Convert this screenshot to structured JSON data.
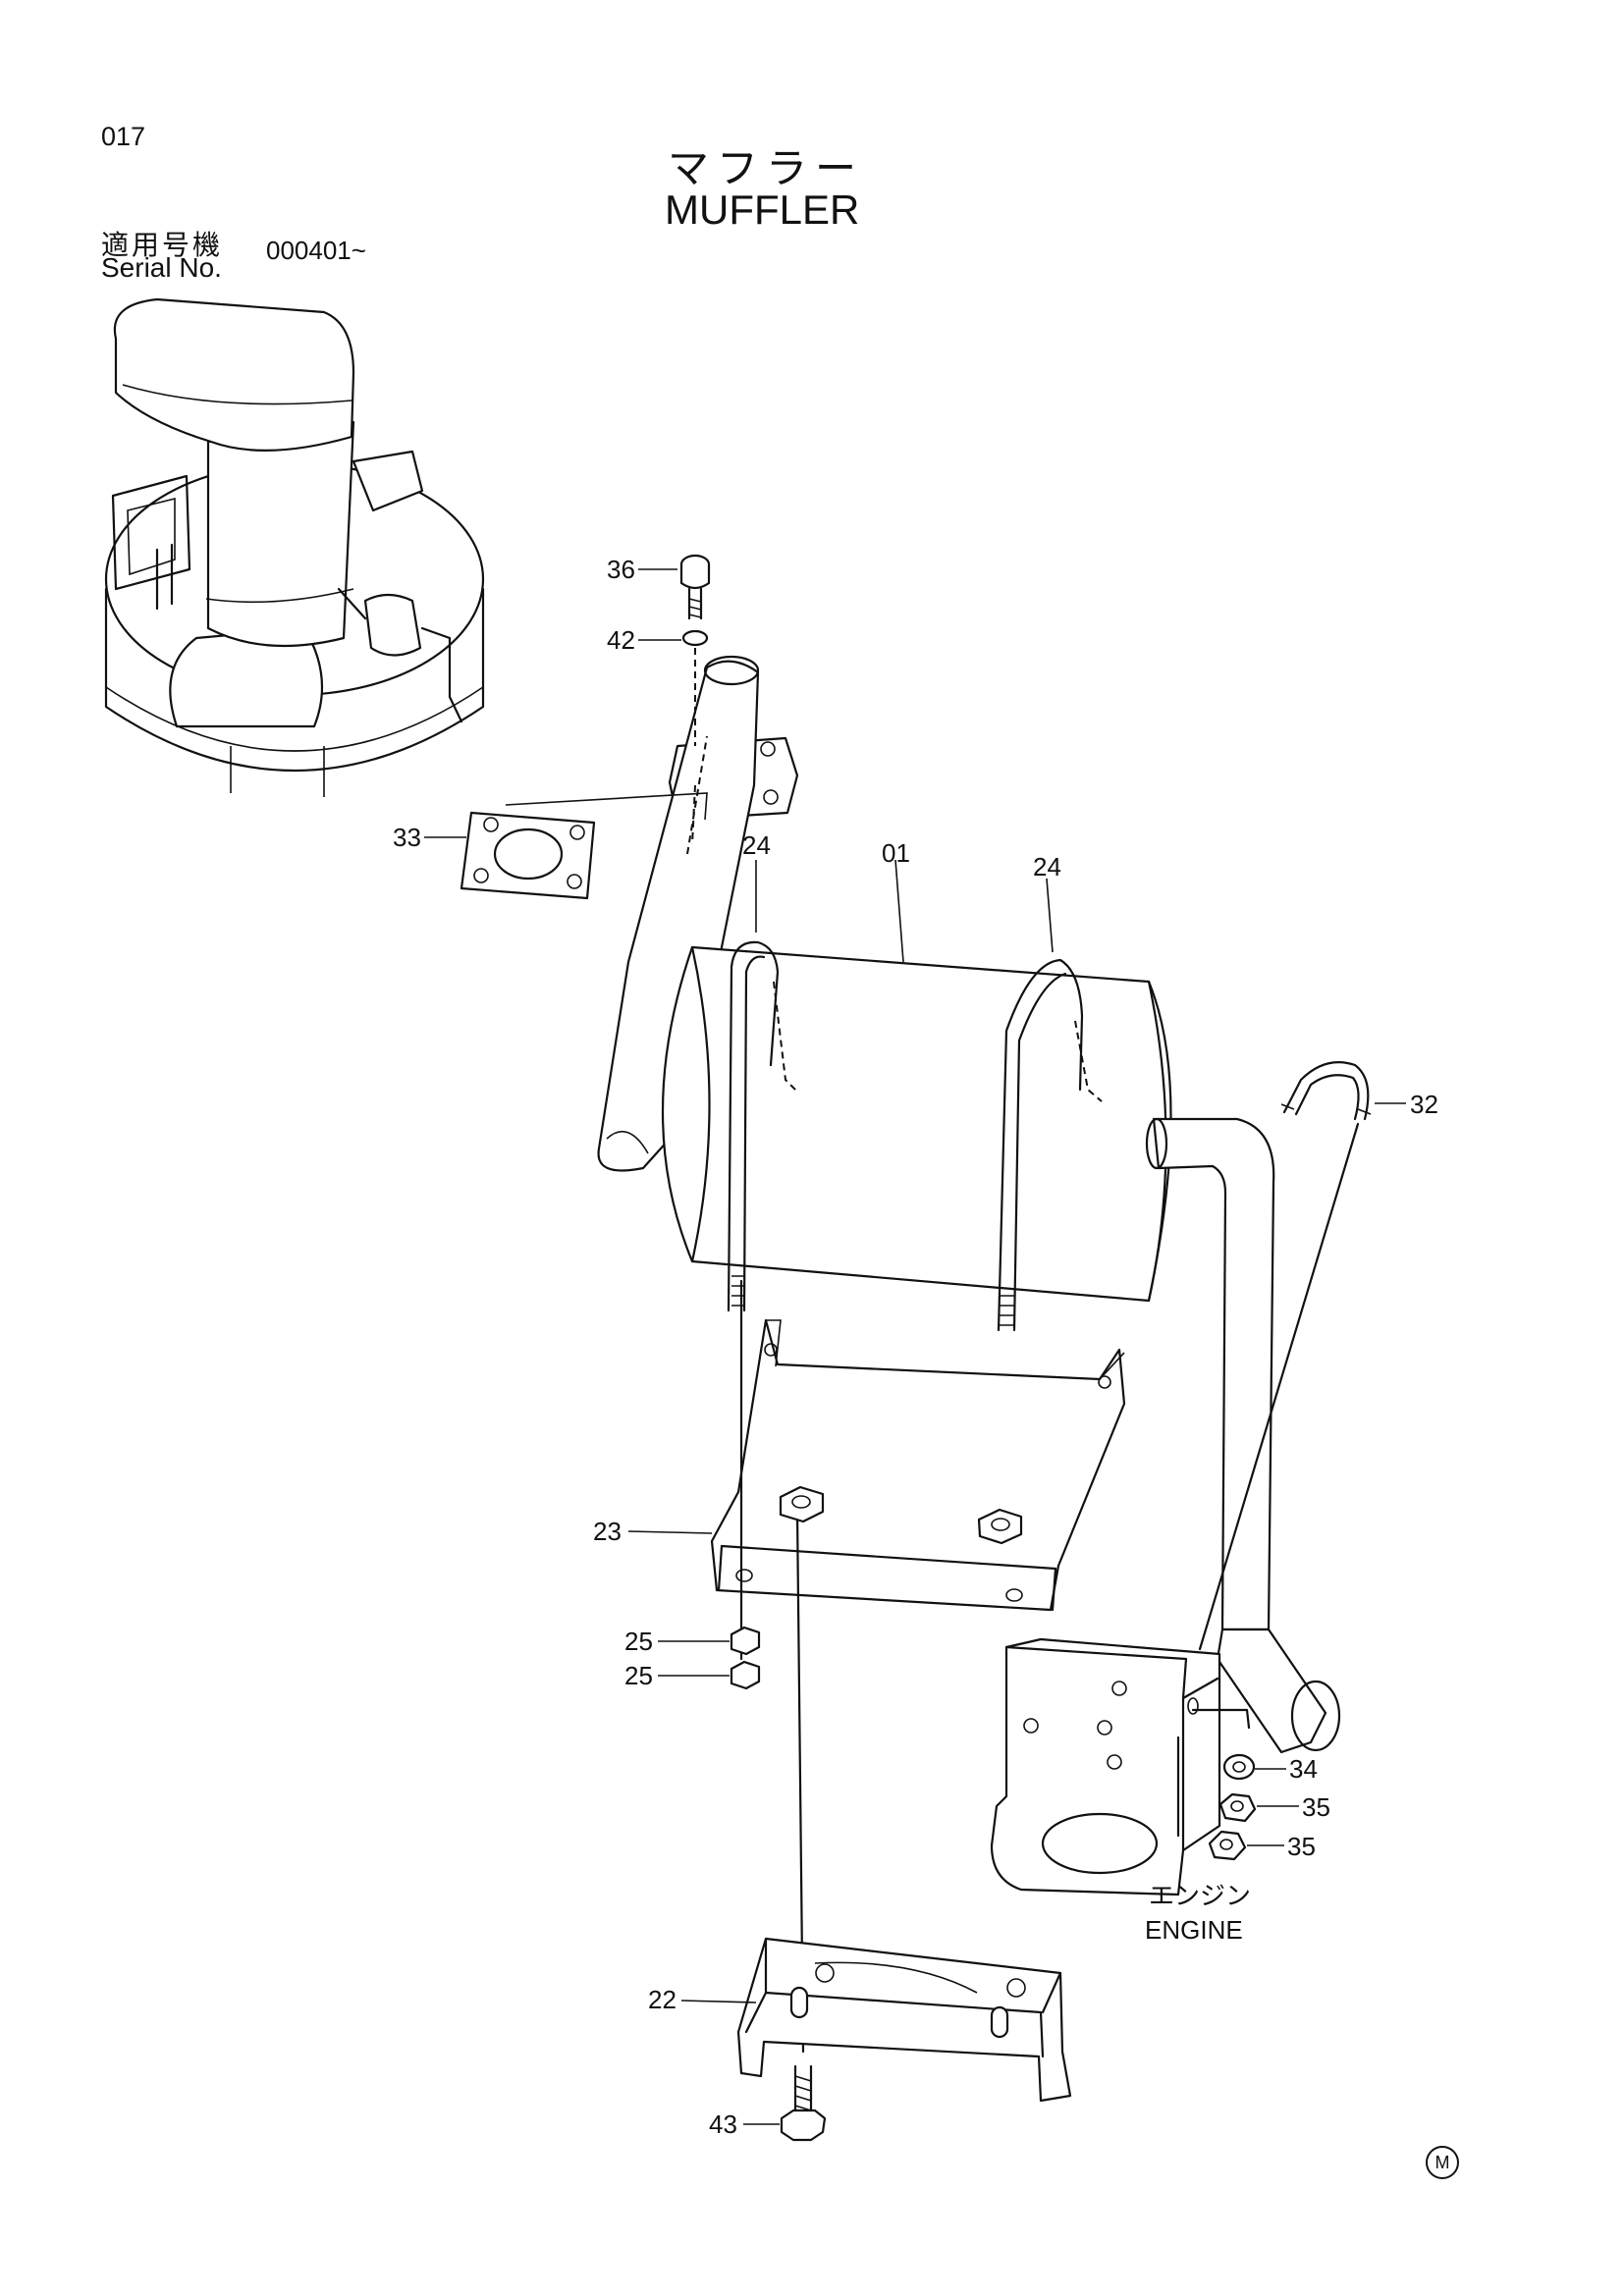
{
  "header": {
    "page_number": "017",
    "title_jp": "マフラー",
    "title_en": "MUFFLER",
    "serial_label_jp": "適用号機",
    "serial_label_en": "Serial No.",
    "serial_value": "000401~"
  },
  "engine_label": {
    "jp": "エンジン",
    "en": "ENGINE"
  },
  "mark": "M",
  "callouts": [
    {
      "id": "c36",
      "label": "36"
    },
    {
      "id": "c42",
      "label": "42"
    },
    {
      "id": "c33",
      "label": "33"
    },
    {
      "id": "c24a",
      "label": "24"
    },
    {
      "id": "c01",
      "label": "01"
    },
    {
      "id": "c24b",
      "label": "24"
    },
    {
      "id": "c32",
      "label": "32"
    },
    {
      "id": "c23",
      "label": "23"
    },
    {
      "id": "c25a",
      "label": "25"
    },
    {
      "id": "c25b",
      "label": "25"
    },
    {
      "id": "c34",
      "label": "34"
    },
    {
      "id": "c35a",
      "label": "35"
    },
    {
      "id": "c35b",
      "label": "35"
    },
    {
      "id": "c22",
      "label": "22"
    },
    {
      "id": "c43",
      "label": "43"
    }
  ]
}
